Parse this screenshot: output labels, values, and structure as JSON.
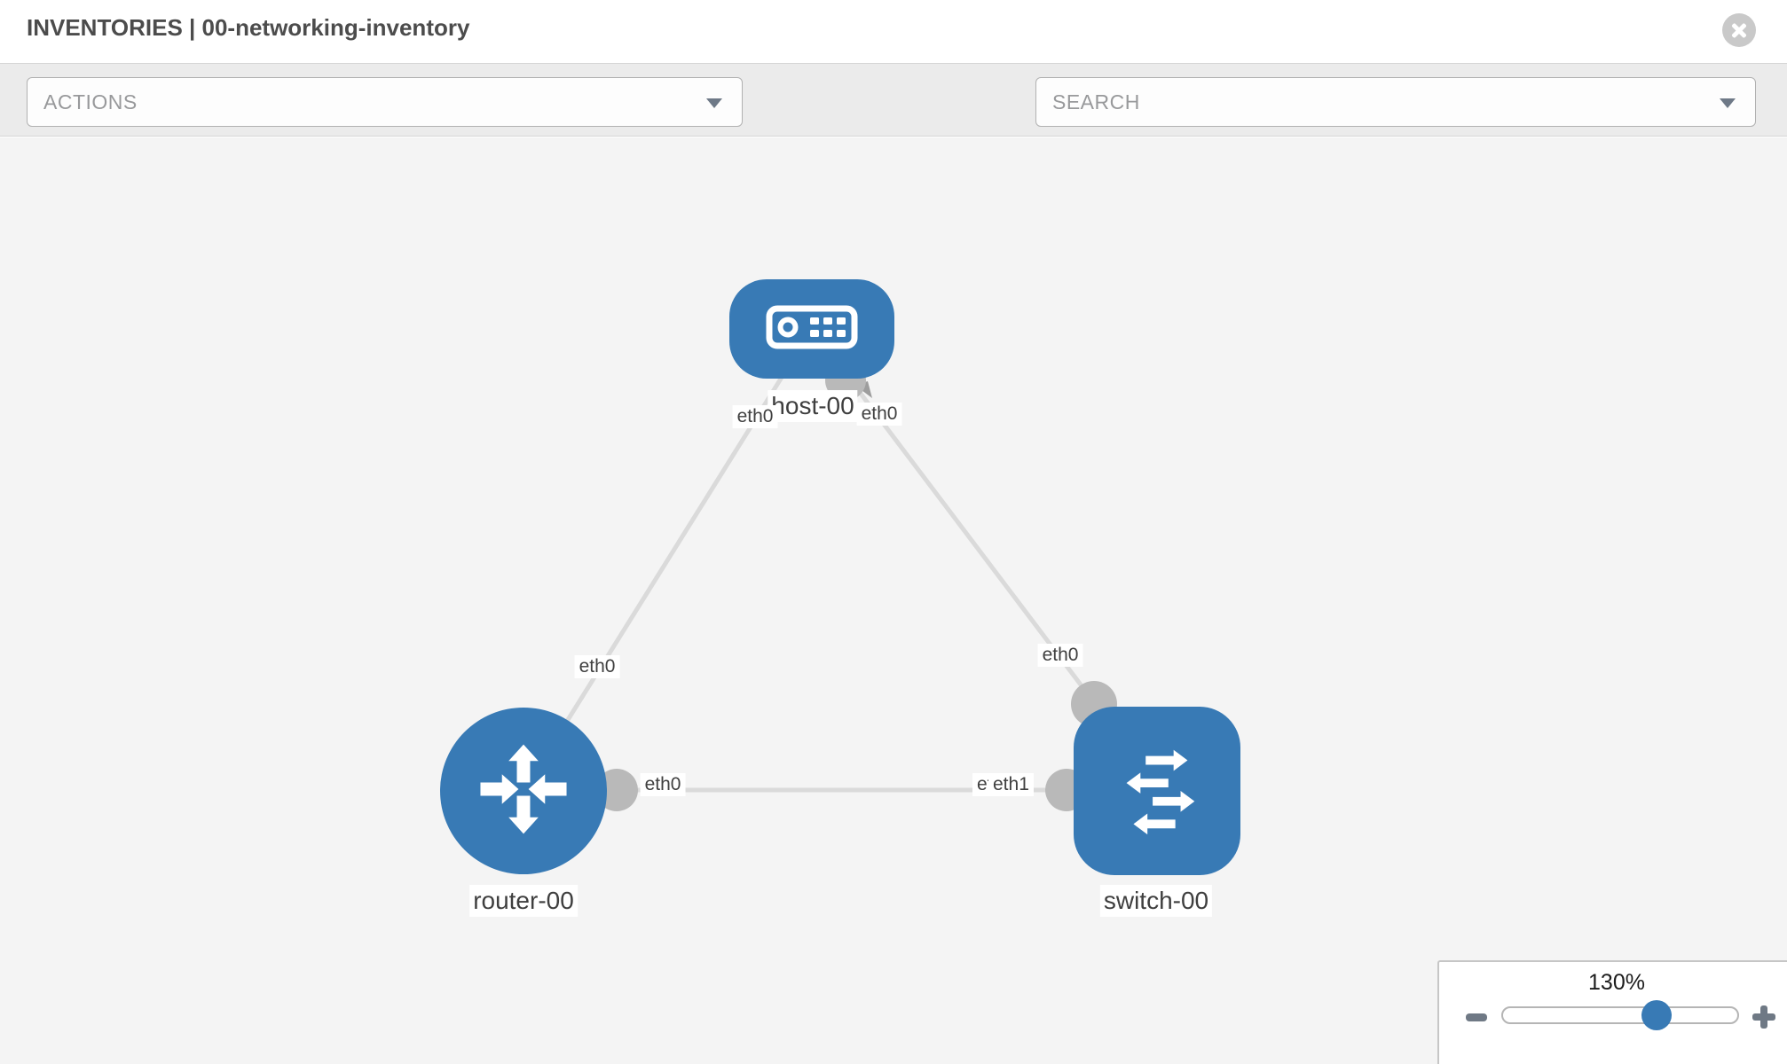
{
  "header": {
    "title": "INVENTORIES | 00-networking-inventory",
    "close_icon": "circle-x-icon"
  },
  "toolbar": {
    "actions": {
      "placeholder": "ACTIONS",
      "icon": "chevron-down-icon"
    },
    "wrench_icon": "wrench-icon",
    "key_icon": "key-icon",
    "search": {
      "placeholder": "SEARCH",
      "icon": "chevron-down-icon"
    }
  },
  "topology": {
    "nodes": [
      {
        "id": "host-00",
        "label": "host-00",
        "type": "host",
        "icon": "server-icon"
      },
      {
        "id": "router-00",
        "label": "router-00",
        "type": "router",
        "icon": "router-arrows-icon"
      },
      {
        "id": "switch-00",
        "label": "switch-00",
        "type": "switch",
        "icon": "switch-arrows-icon"
      }
    ],
    "edges": [
      {
        "from": "host-00",
        "to": "router-00",
        "from_interface": "eth0",
        "to_interface": "eth0"
      },
      {
        "from": "host-00",
        "to": "switch-00",
        "from_interface": "eth0",
        "to_interface": "eth0"
      },
      {
        "from": "router-00",
        "to": "switch-00",
        "from_interface": "eth0",
        "to_interface": "eth1",
        "to_interface_under": "eth0"
      }
    ]
  },
  "zoom_control": {
    "level": "130%",
    "minus_icon": "minus-icon",
    "plus_icon": "plus-icon"
  },
  "colors": {
    "node_blue": "#387ab5",
    "edge_gray": "#dadada",
    "connector_gray": "#b9b9b9",
    "canvas_bg": "#f4f4f4"
  }
}
